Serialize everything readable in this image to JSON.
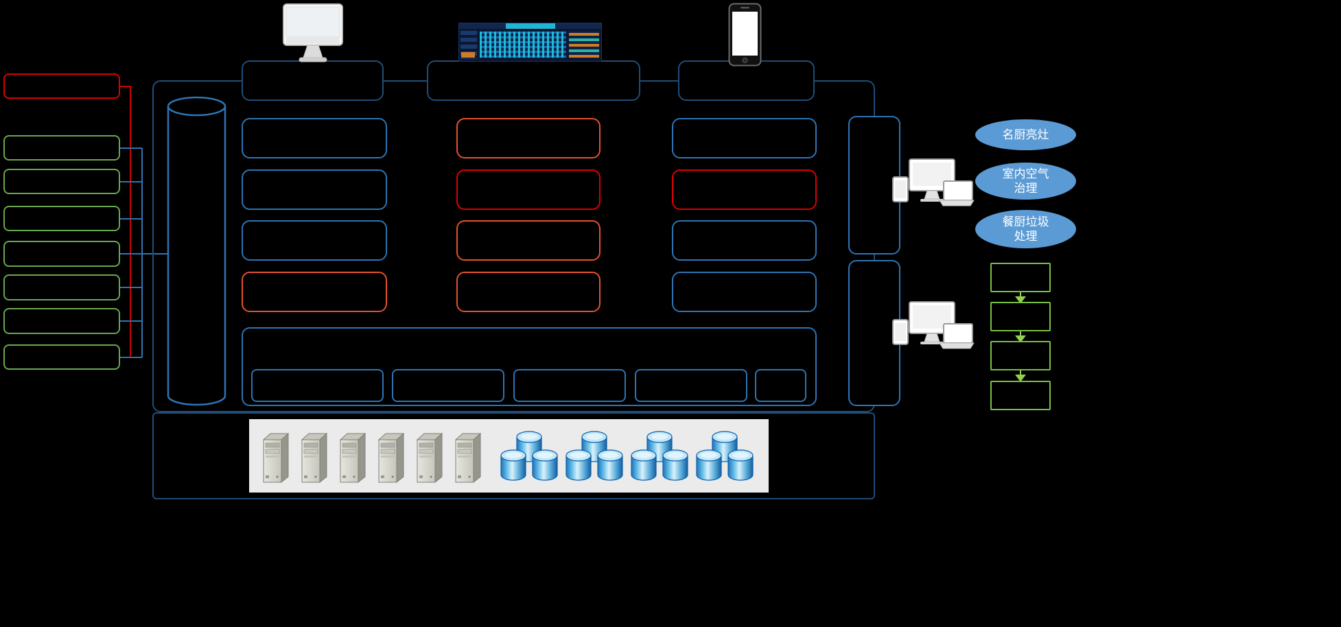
{
  "labels": {
    "ellipse_1": "名厨亮灶",
    "ellipse_2": "室内空气治理",
    "ellipse_3": "餐厨垃圾处理"
  },
  "colors": {
    "background": "#000000",
    "container_border": "#1f4e79",
    "box_blue": "#2e75b6",
    "box_red": "#dd0000",
    "box_orange": "#e8502e",
    "box_green_left": "#6aa84f",
    "box_green_right": "#7ac143",
    "arrow_green": "#92d050",
    "connector_red": "#cc0000",
    "ellipse_fill": "#5b9bd5",
    "server_tray_background": "#ebebeb",
    "database_blue": "#1b74bc"
  },
  "icons": {
    "top_left": "desktop-monitor-icon",
    "top_center": "dashboard-screenshot-icon",
    "top_right": "smartphone-icon",
    "right_upper": "multi-device-icon",
    "right_lower": "multi-device-icon",
    "bottom_servers": {
      "name": "server-tower-icon",
      "count": 6
    },
    "bottom_databases": {
      "name": "database-cluster-icon",
      "count": 4
    }
  }
}
